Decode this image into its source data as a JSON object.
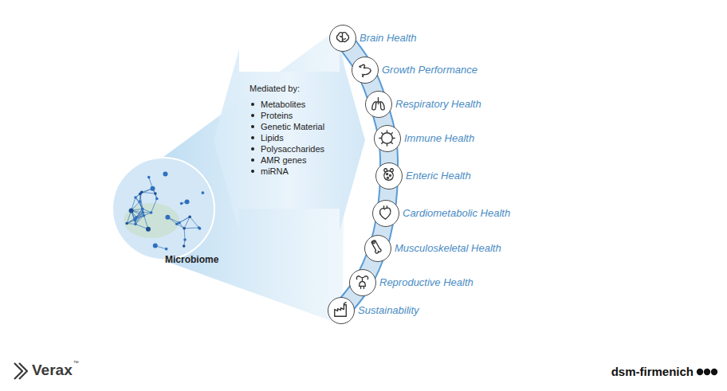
{
  "diagram": {
    "nodes": [
      {
        "text": [
          "Microbiome"
        ]
      },
      {
        "text": [
          "Mediated by:",
          "Metabolites",
          "Proteins",
          "Genetic Material",
          "Lipids",
          "Polysaccharides",
          "AMR genes",
          "miRNA"
        ]
      },
      {
        "text": [
          "Brain Health"
        ]
      },
      {
        "text": [
          "Growth Performance"
        ]
      },
      {
        "text": [
          "Respiratory Health"
        ]
      },
      {
        "text": [
          "Immune Health"
        ]
      },
      {
        "text": [
          "Enteric Health"
        ]
      },
      {
        "text": [
          "Cardiometabolic Health"
        ]
      },
      {
        "text": [
          "Musculoskeletal Health"
        ]
      },
      {
        "text": [
          "Reproductive Health"
        ]
      },
      {
        "text": [
          "Sustainability"
        ]
      }
    ],
    "labels": [
      "Verax",
      "™",
      "dsm-firmenich"
    ]
  }
}
